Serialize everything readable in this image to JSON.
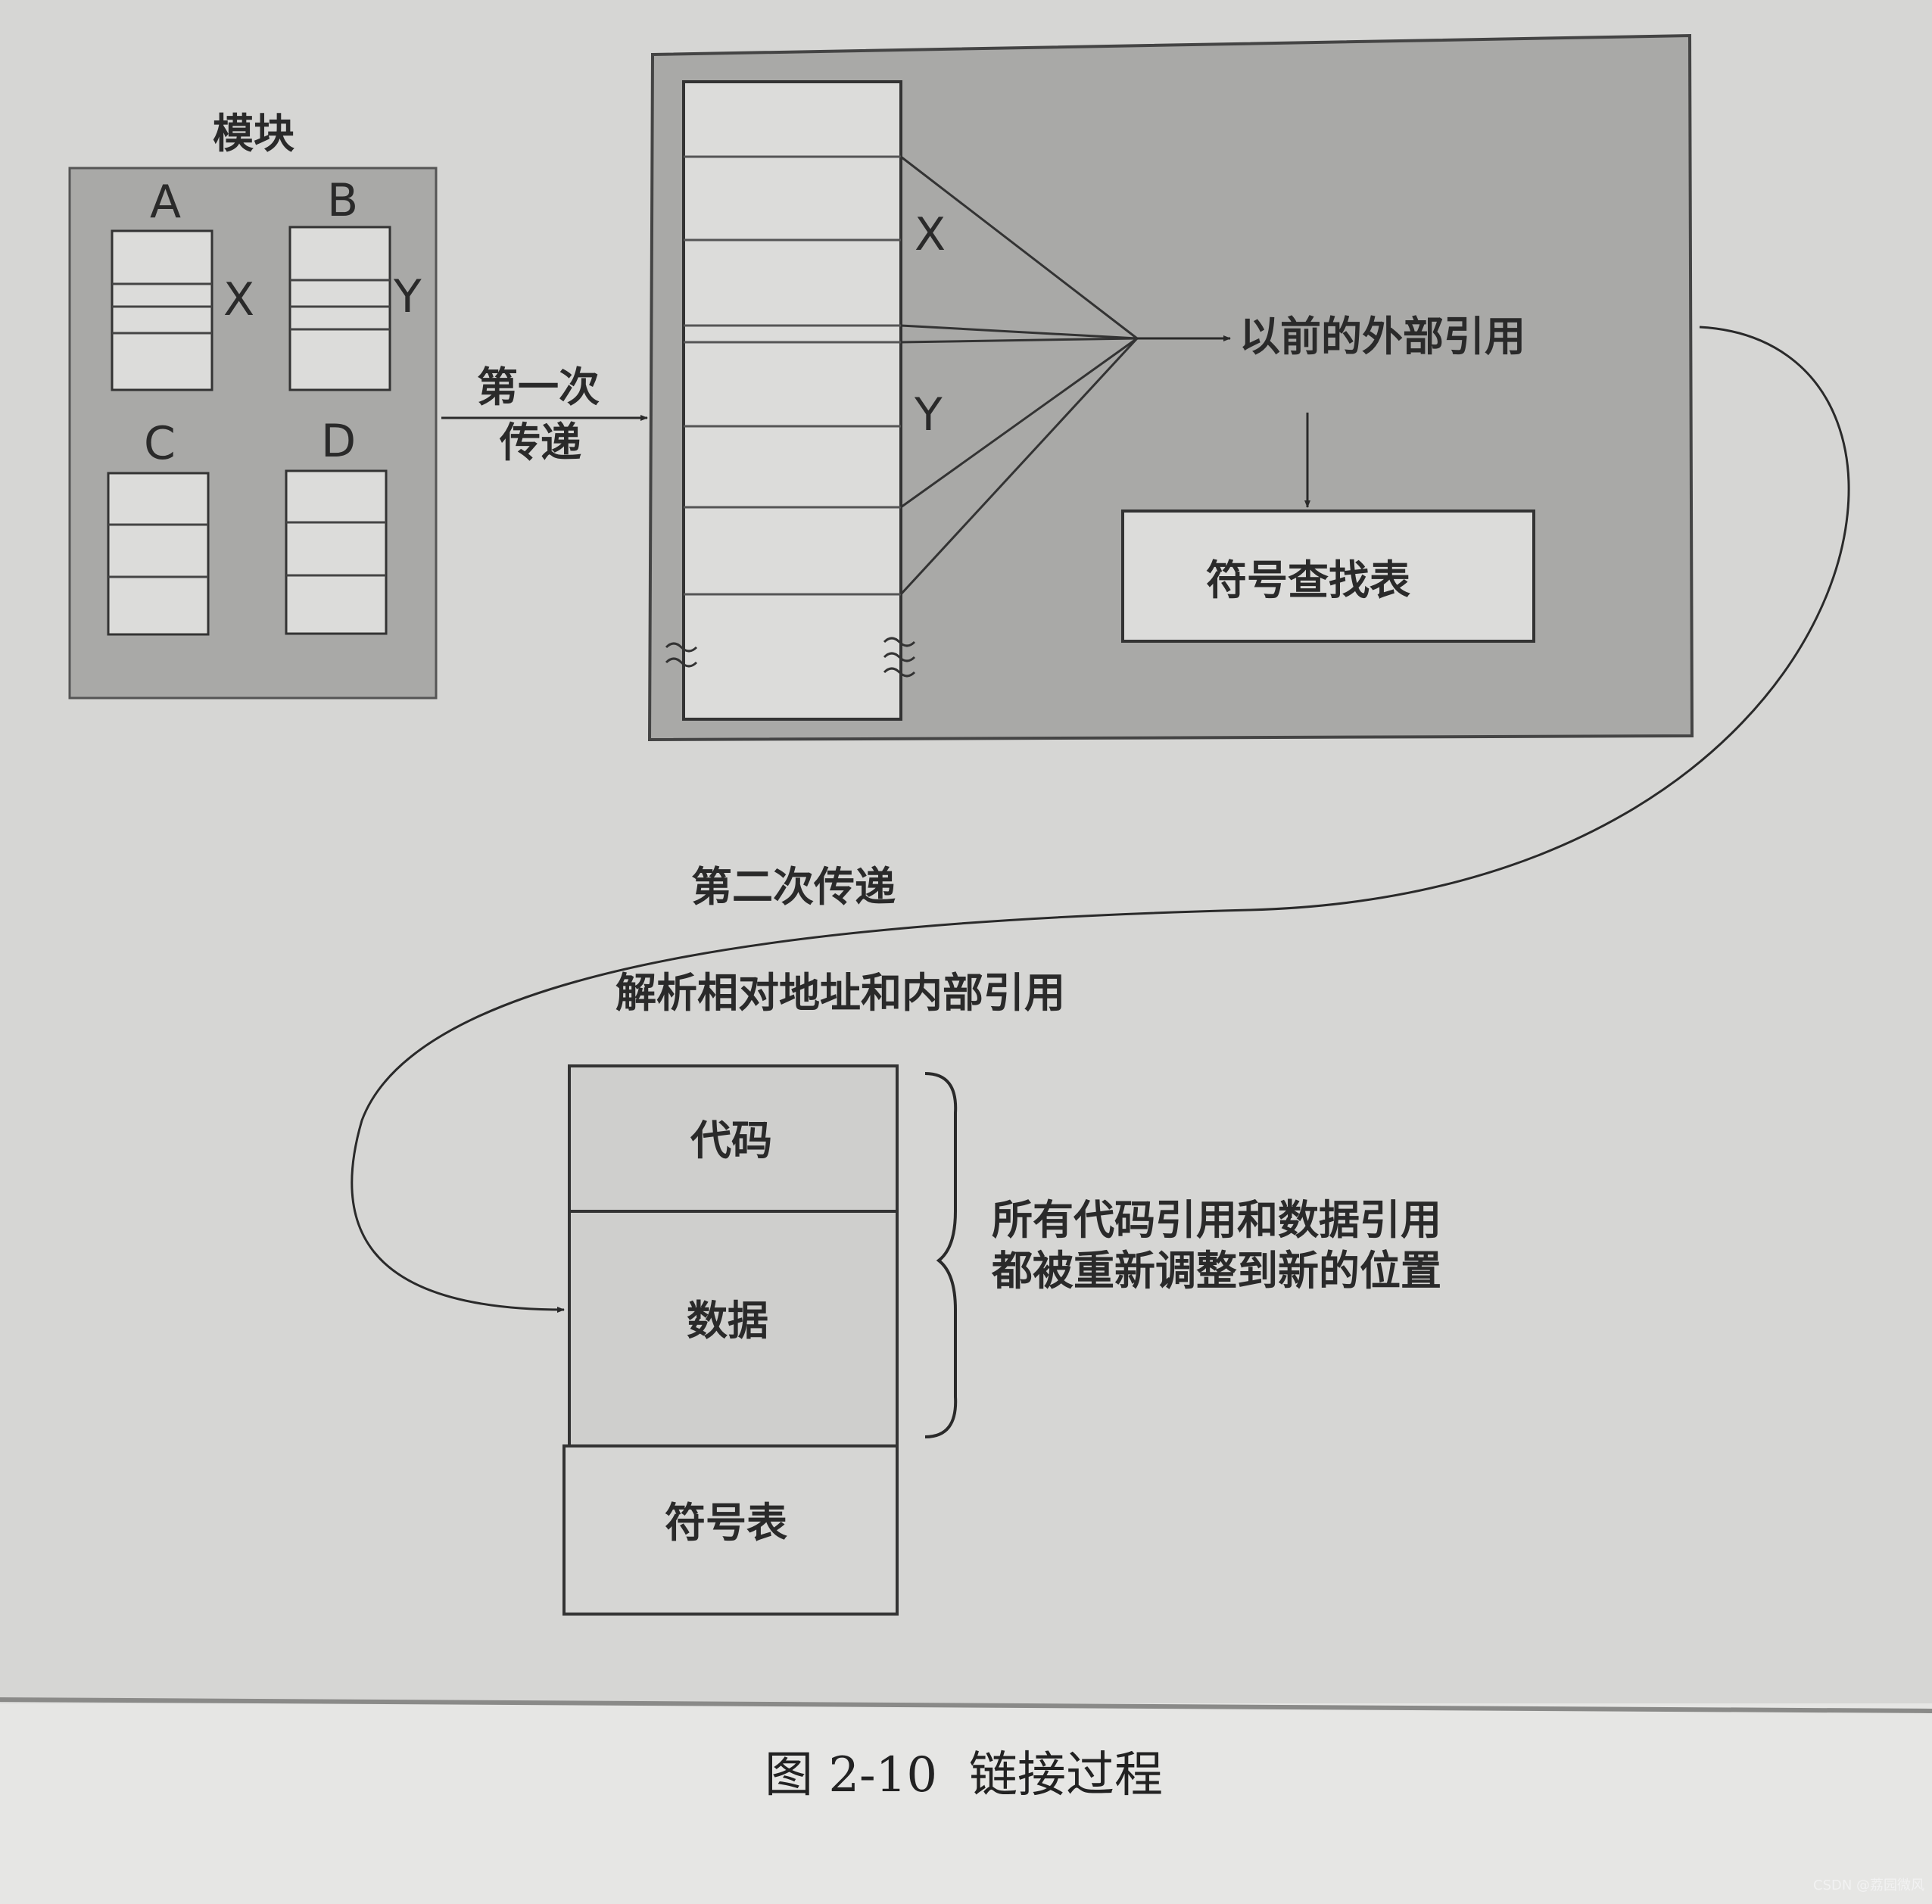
{
  "modules": {
    "title": "模块",
    "a": "A",
    "b": "B",
    "c": "C",
    "d": "D",
    "symbol_x": "X",
    "symbol_y": "Y"
  },
  "first_pass": {
    "line1": "第一次",
    "line2": "传递"
  },
  "linked_image": {
    "symbol_x": "X",
    "symbol_y": "Y",
    "external_refs": "以前的外部引用",
    "symbol_lookup": "符号查找表"
  },
  "second_pass": {
    "label": "第二次传递",
    "description": "解析相对地址和内部引用"
  },
  "output": {
    "code": "代码",
    "data": "数据",
    "symbol_table": "符号表",
    "note_line1": "所有代码引用和数据引用",
    "note_line2": "都被重新调整到新的位置"
  },
  "caption": {
    "figure_no": "图 2-10",
    "title": "链接过程"
  },
  "watermark": "CSDN @荔园微风",
  "colors": {
    "paper": "#d6d6d4",
    "shaded_panel": "#a9a9a7",
    "cell": "#dcdcda",
    "ink": "#2a2a2a"
  }
}
